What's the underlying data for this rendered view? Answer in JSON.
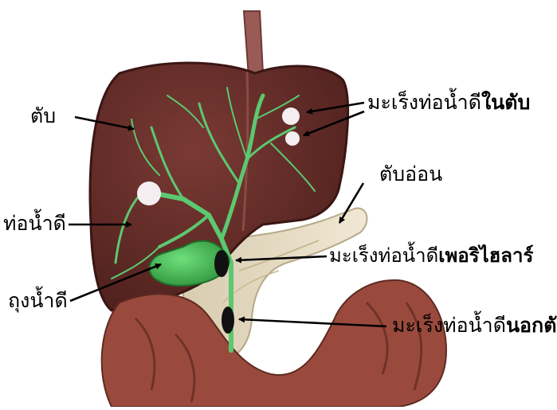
{
  "labels": {
    "liver": "ตับ",
    "bile_duct": "ท่อน้ำดี",
    "gallbladder": "ถุงน้ำดี",
    "pancreas": "ตับอ่อน",
    "intrahepatic_prefix": "มะเร็งท่อน้ำดี",
    "intrahepatic_suffix": "ในตับ",
    "perihilar_prefix": "มะเร็งท่อน้ำดี",
    "perihilar_suffix": "เพอริไฮลาร์",
    "extrahepatic_prefix": "มะเร็งท่อน้ำดี",
    "extrahepatic_suffix": "นอกตับ"
  },
  "colors": {
    "liver": "#6b2e2a",
    "liver_dark": "#4a1c1a",
    "bile_tree": "#5cc870",
    "gallbladder": "#3fae4c",
    "pancreas": "#e6dcc0",
    "intestine": "#9a4a3c",
    "esophagus": "#9a5a55",
    "tumor_white": "#f4eef0",
    "tumor_black": "#111111",
    "arrow": "#000000"
  }
}
